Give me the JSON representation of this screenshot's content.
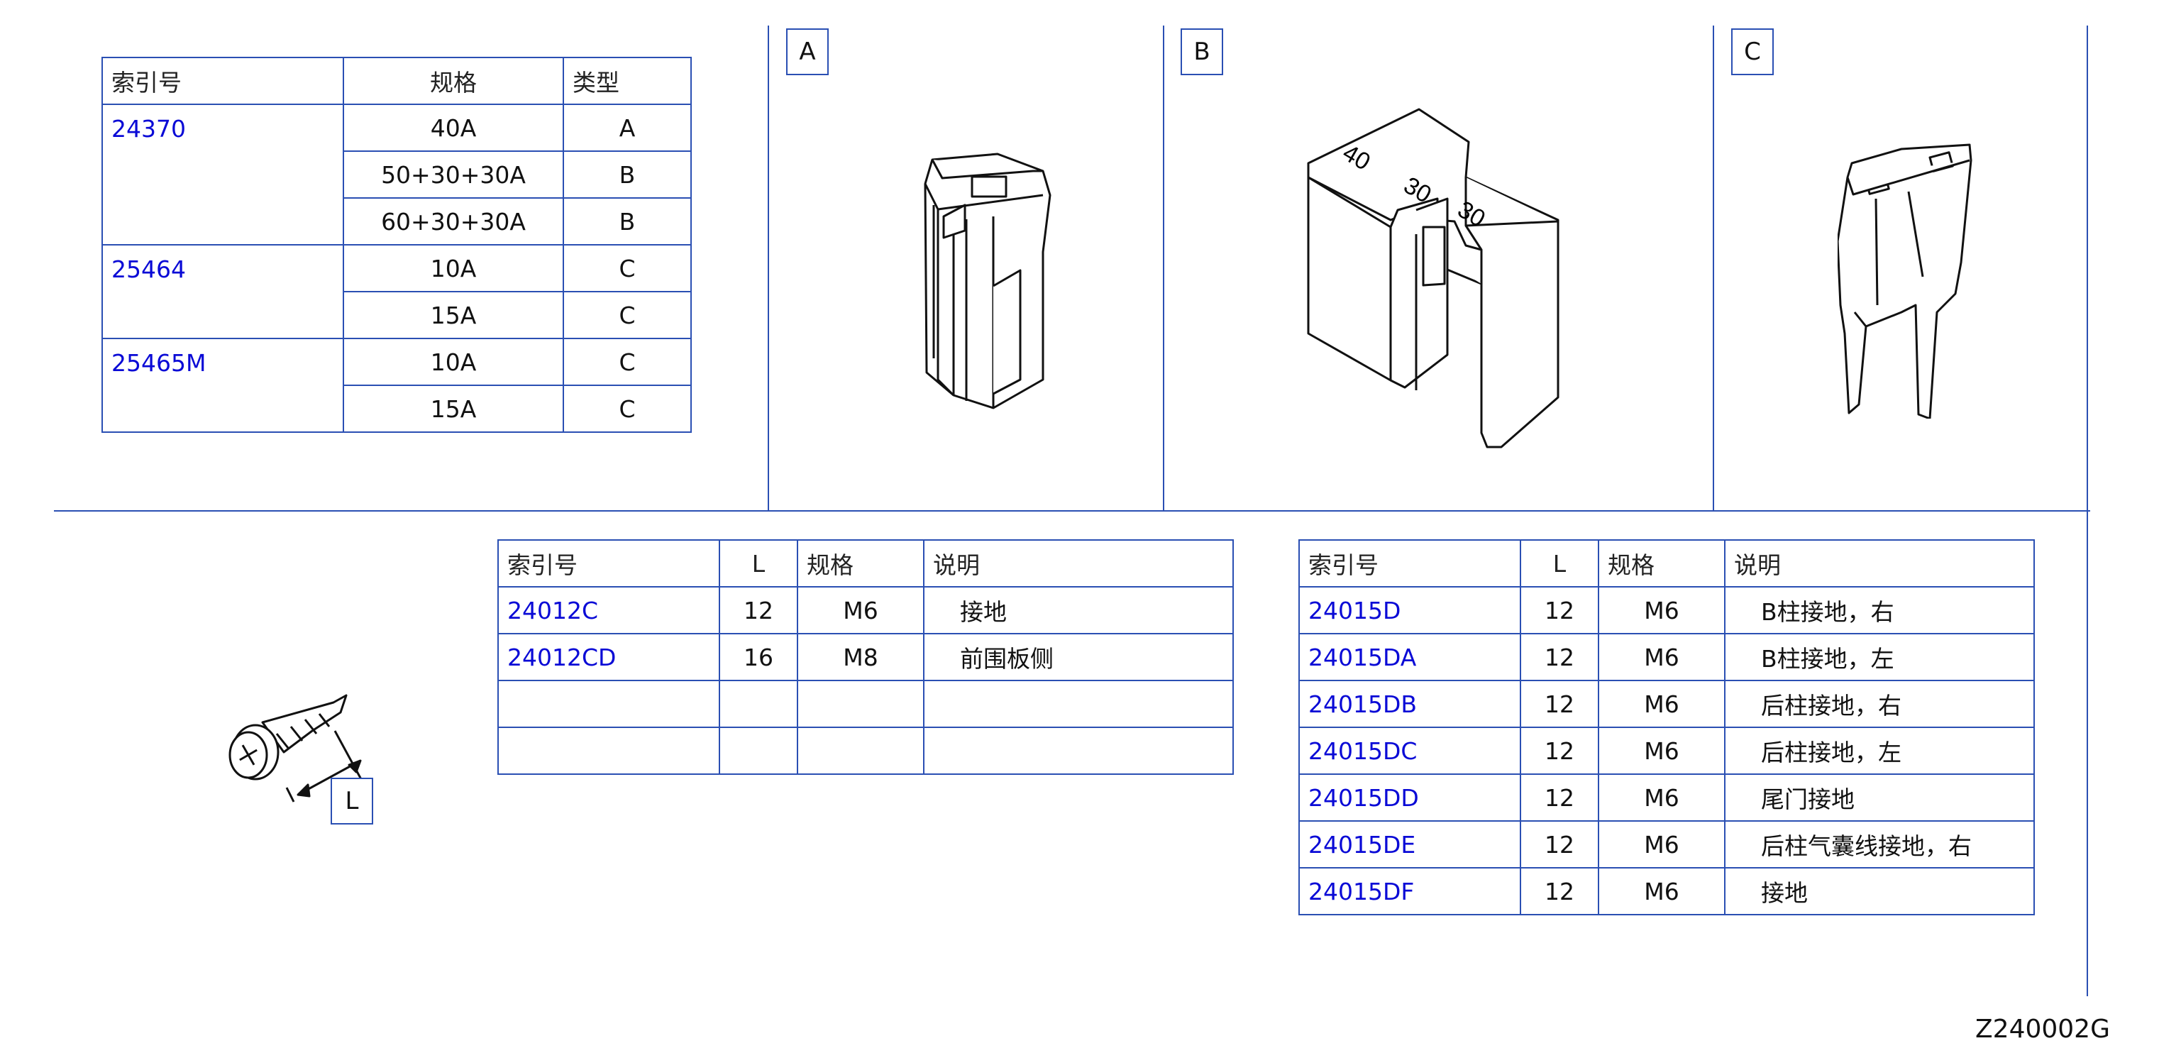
{
  "fuse_table": {
    "headers": [
      "索引号",
      "规格",
      "类型"
    ],
    "groups": [
      {
        "index": "24370",
        "rows": [
          {
            "spec": "40A",
            "type": "A"
          },
          {
            "spec": "50+30+30A",
            "type": "B"
          },
          {
            "spec": "60+30+30A",
            "type": "B"
          }
        ]
      },
      {
        "index": "25464",
        "rows": [
          {
            "spec": "10A",
            "type": "C"
          },
          {
            "spec": "15A",
            "type": "C"
          }
        ]
      },
      {
        "index": "25465M",
        "rows": [
          {
            "spec": "10A",
            "type": "C"
          },
          {
            "spec": "15A",
            "type": "C"
          }
        ]
      }
    ]
  },
  "fuse_labels": {
    "a": "A",
    "b": "B",
    "c": "C"
  },
  "fuse_b_markings": [
    "40",
    "30",
    "30"
  ],
  "bolt_label": "L",
  "bolt_table_left": {
    "headers": [
      "索引号",
      "L",
      "规格",
      "说明"
    ],
    "rows": [
      {
        "index": "24012C",
        "l": "12",
        "spec": "M6",
        "desc": "接地"
      },
      {
        "index": "24012CD",
        "l": "16",
        "spec": "M8",
        "desc": "前围板侧"
      },
      {
        "index": "",
        "l": "",
        "spec": "",
        "desc": ""
      },
      {
        "index": "",
        "l": "",
        "spec": "",
        "desc": ""
      }
    ]
  },
  "bolt_table_right": {
    "headers": [
      "索引号",
      "L",
      "规格",
      "说明"
    ],
    "rows": [
      {
        "index": "24015D",
        "l": "12",
        "spec": "M6",
        "desc": "B柱接地，右"
      },
      {
        "index": "24015DA",
        "l": "12",
        "spec": "M6",
        "desc": "B柱接地，左"
      },
      {
        "index": "24015DB",
        "l": "12",
        "spec": "M6",
        "desc": "后柱接地，右"
      },
      {
        "index": "24015DC",
        "l": "12",
        "spec": "M6",
        "desc": "后柱接地，左"
      },
      {
        "index": "24015DD",
        "l": "12",
        "spec": "M6",
        "desc": "尾门接地"
      },
      {
        "index": "24015DE",
        "l": "12",
        "spec": "M6",
        "desc": "后柱气囊线接地，右"
      },
      {
        "index": "24015DF",
        "l": "12",
        "spec": "M6",
        "desc": "接地"
      }
    ]
  },
  "figure_code": "Z240002G",
  "colors": {
    "rule": "#2a4fb3",
    "link": "#0a0ad6"
  }
}
